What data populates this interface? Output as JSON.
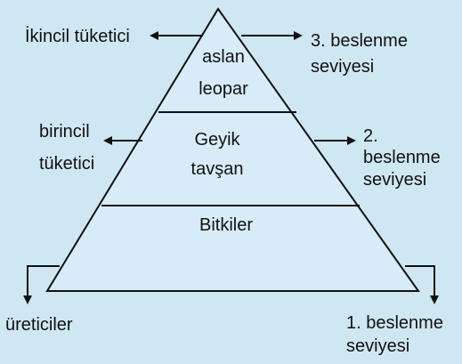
{
  "colors": {
    "background": "#cfe7f3",
    "pyramid_fill": "#d7ecf8",
    "stroke": "#111111",
    "text": "#111111"
  },
  "pyramid": {
    "top_level": {
      "line1": "aslan",
      "line2": "leopar"
    },
    "middle_level": {
      "line1": "Geyik",
      "line2": "tavşan"
    },
    "bottom_level": {
      "line1": "Bitkiler"
    }
  },
  "left_labels": {
    "top": "İkincil tüketici",
    "middle_line1": "birincil",
    "middle_line2": "tüketici",
    "bottom": "üreticiler"
  },
  "right_labels": {
    "top_line1": "3. beslenme",
    "top_line2": "seviyesi",
    "middle_line1": "2.",
    "middle_line2": "beslenme",
    "middle_line3": "seviyesi",
    "bottom_line1": "1. beslenme",
    "bottom_line2": "seviyesi"
  }
}
